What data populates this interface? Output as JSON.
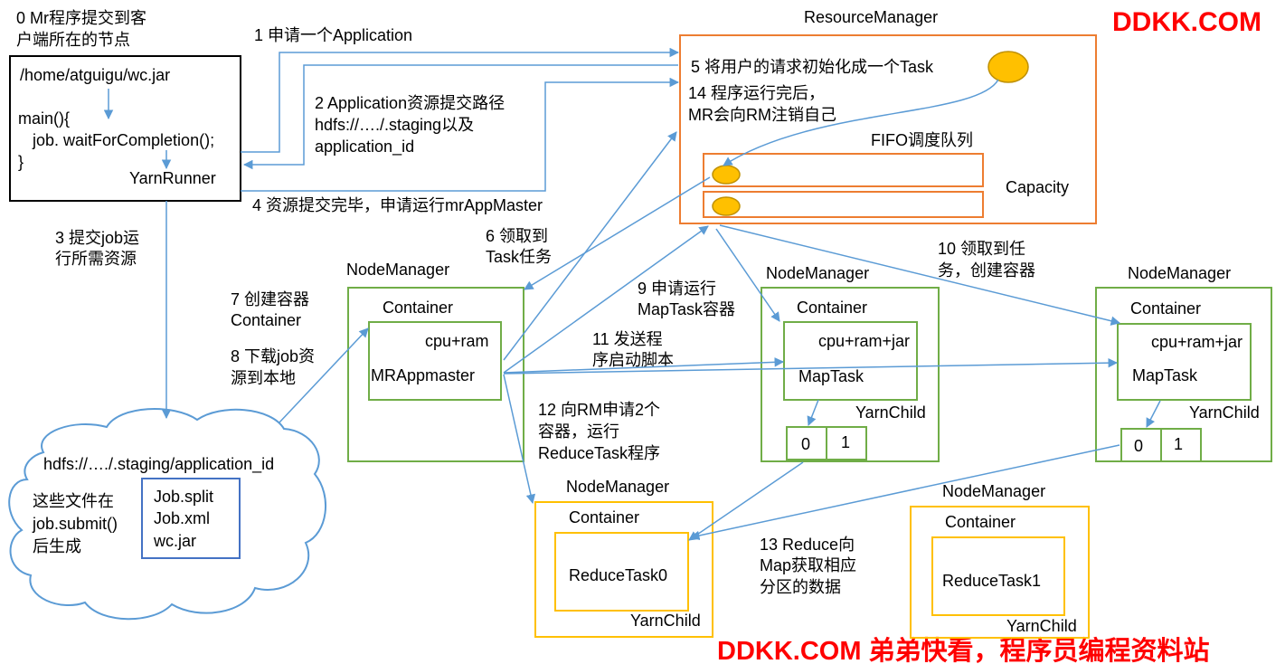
{
  "watermark": {
    "top": "DDKK.COM",
    "bottom": "DDKK.COM 弟弟快看，程序员编程资料站"
  },
  "client": {
    "caption_line1": "0 Mr程序提交到客",
    "caption_line2": "户端所在的节点",
    "code_line1": "/home/atguigu/wc.jar",
    "code_line2": "main(){",
    "code_line3": "job. waitForCompletion();",
    "code_line4": "}",
    "runner": "YarnRunner"
  },
  "resource_manager": {
    "title": "ResourceManager",
    "step5": "5 将用户的请求初始化成一个Task",
    "step14_line1": "14 程序运行完后，",
    "step14_line2": "MR会向RM注销自己",
    "fifo": "FIFO调度队列",
    "capacity": "Capacity"
  },
  "steps": {
    "s1": "1 申请一个Application",
    "s2_line1": "2 Application资源提交路径",
    "s2_line2": "hdfs://…./.staging以及",
    "s2_line3": "application_id",
    "s3_line1": "3 提交job运",
    "s3_line2": "行所需资源",
    "s4": "4 资源提交完毕，申请运行mrAppMaster",
    "s6_line1": "6 领取到",
    "s6_line2": "Task任务",
    "s7_line1": "7 创建容器",
    "s7_line2": "Container",
    "s8_line1": "8 下载job资",
    "s8_line2": "源到本地",
    "s9_line1": "9 申请运行",
    "s9_line2": "MapTask容器",
    "s10_line1": "10 领取到任",
    "s10_line2": "务，创建容器",
    "s11_line1": "11 发送程",
    "s11_line2": "序启动脚本",
    "s12_line1": "12 向RM申请2个",
    "s12_line2": "容器，运行",
    "s12_line3": "ReduceTask程序",
    "s13_line1": "13 Reduce向",
    "s13_line2": "Map获取相应",
    "s13_line3": "分区的数据"
  },
  "node_app_master": {
    "title": "NodeManager",
    "container": "Container",
    "resources": "cpu+ram",
    "task": "MRAppmaster"
  },
  "node_map1": {
    "title": "NodeManager",
    "container": "Container",
    "resources": "cpu+ram+jar",
    "task": "MapTask",
    "child": "YarnChild",
    "p0": "0",
    "p1": "1"
  },
  "node_map2": {
    "title": "NodeManager",
    "container": "Container",
    "resources": "cpu+ram+jar",
    "task": "MapTask",
    "child": "YarnChild",
    "p0": "0",
    "p1": "1"
  },
  "node_reduce0": {
    "title": "NodeManager",
    "container": "Container",
    "task": "ReduceTask0",
    "child": "YarnChild"
  },
  "node_reduce1": {
    "title": "NodeManager",
    "container": "Container",
    "task": "ReduceTask1",
    "child": "YarnChild"
  },
  "hdfs": {
    "path": "hdfs://…./.staging/application_id",
    "note_line1": "这些文件在",
    "note_line2": "job.submit()",
    "note_line3": "后生成",
    "file1": "Job.split",
    "file2": "Job.xml",
    "file3": "wc.jar"
  },
  "colors": {
    "arrow": "#5b9bd5",
    "resource_manager": "#ed7d31",
    "node_green": "#70ad47",
    "node_yellow": "#ffc000",
    "files_box": "#4472c4",
    "brand": "#ff0000"
  }
}
